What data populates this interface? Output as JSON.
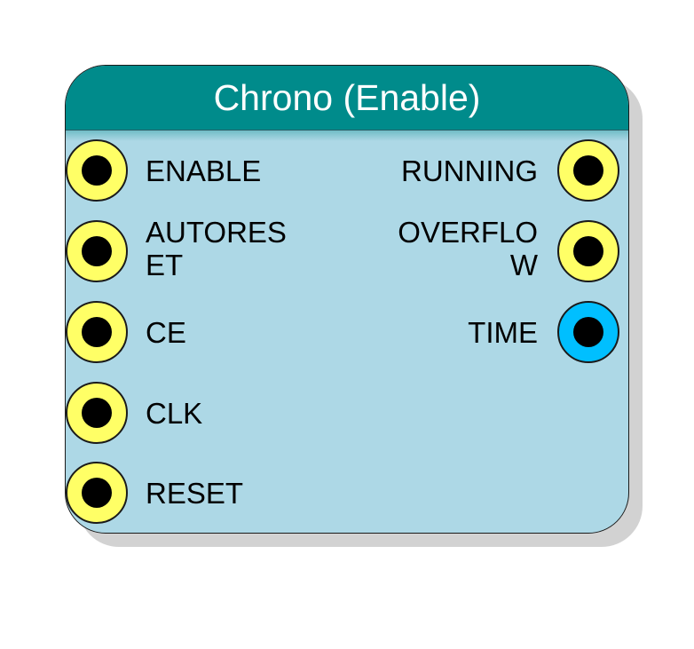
{
  "block": {
    "title": "Chrono (Enable)",
    "inputs": [
      {
        "label": "ENABLE",
        "pin_color": "#ffff66"
      },
      {
        "label": "AUTORES\nET",
        "pin_color": "#ffff66"
      },
      {
        "label": "CE",
        "pin_color": "#ffff66"
      },
      {
        "label": "CLK",
        "pin_color": "#ffff66"
      },
      {
        "label": "RESET",
        "pin_color": "#ffff66"
      }
    ],
    "outputs": [
      {
        "label": "RUNNING",
        "pin_color": "#ffff66"
      },
      {
        "label": "OVERFLO\nW",
        "pin_color": "#ffff66"
      },
      {
        "label": "TIME",
        "pin_color": "#00bfff"
      }
    ],
    "colors": {
      "header": "#008b8b",
      "body": "#add8e6",
      "pin_yellow": "#ffff66",
      "pin_cyan": "#00bfff"
    }
  }
}
